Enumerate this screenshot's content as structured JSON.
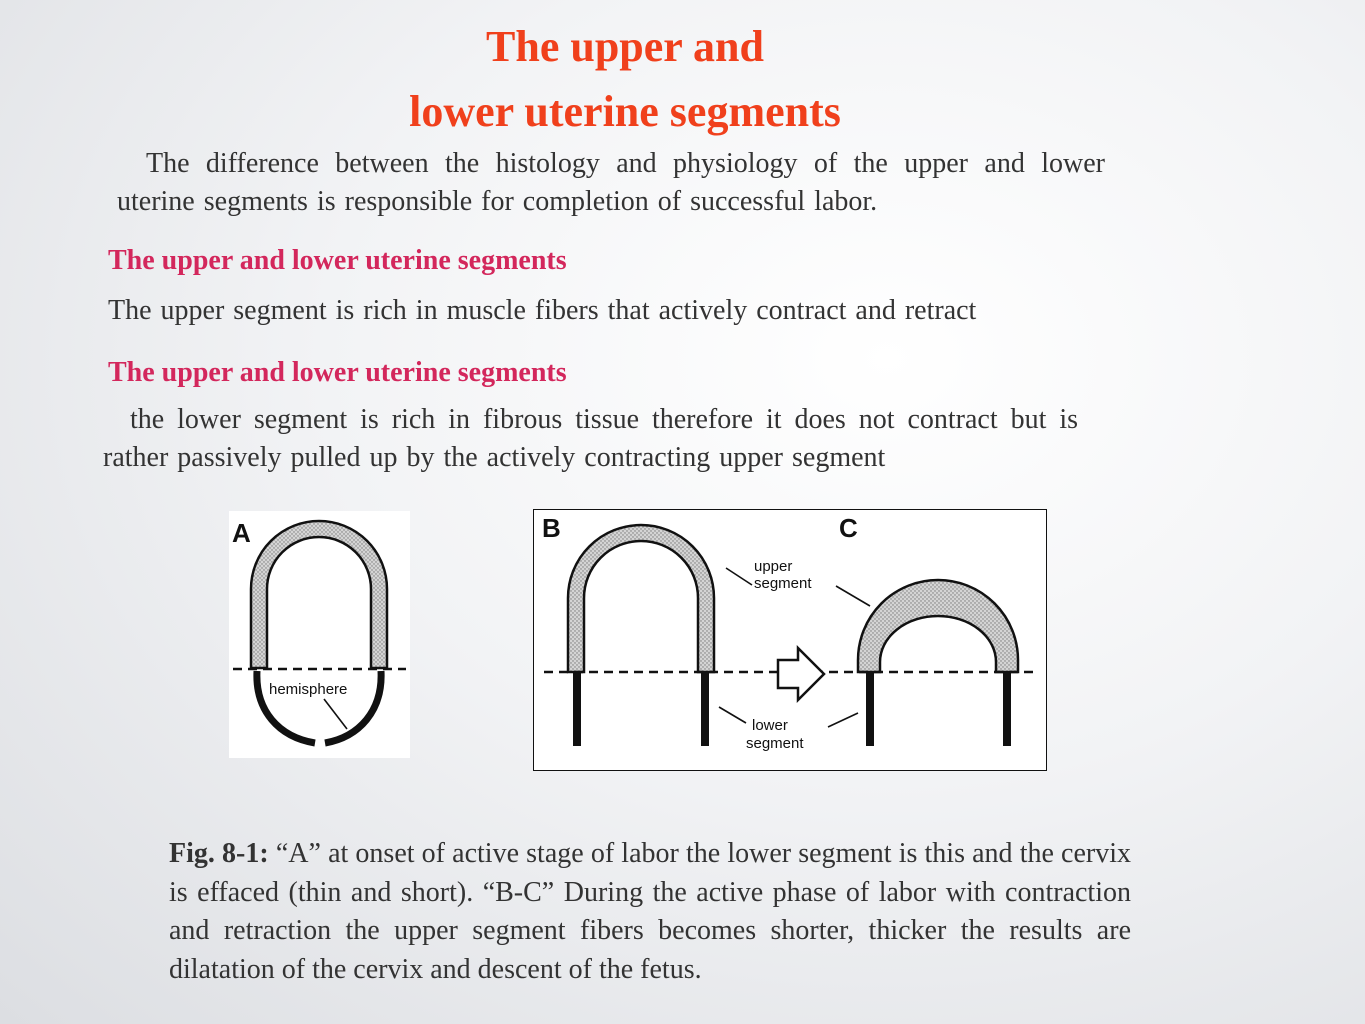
{
  "title": {
    "line1": "The upper and",
    "line2": "lower uterine segments"
  },
  "intro": "The difference between the histology and physiology of the upper and lower uterine segments is responsible for completion of successful labor.",
  "sections": [
    {
      "heading": "The upper and lower uterine segments",
      "text": "The upper segment is rich in muscle fibers that actively contract and retract"
    },
    {
      "heading": "The upper and lower uterine segments",
      "text": "the lower segment is rich in fibrous tissue therefore it does not contract but is rather passively pulled up by the actively contracting upper segment"
    }
  ],
  "figure": {
    "panel_a": {
      "letter": "A",
      "label": "hemisphere"
    },
    "panel_bc": {
      "letter_b": "B",
      "letter_c": "C",
      "upper_label_1": "upper",
      "upper_label_2": "segment",
      "lower_label_1": "lower",
      "lower_label_2": "segment"
    },
    "caption_label": "Fig. 8-1:",
    "caption_text": "“A” at onset of active stage of labor the lower segment is this and the cervix is effaced (thin and short). “B-C” During the active phase of labor with contraction and retraction the upper segment fibers becomes shorter, thicker the results are dilatation of the cervix and descent of the fetus."
  },
  "colors": {
    "title": "#f0401c",
    "heading": "#d3275c",
    "body_text": "#333333"
  }
}
